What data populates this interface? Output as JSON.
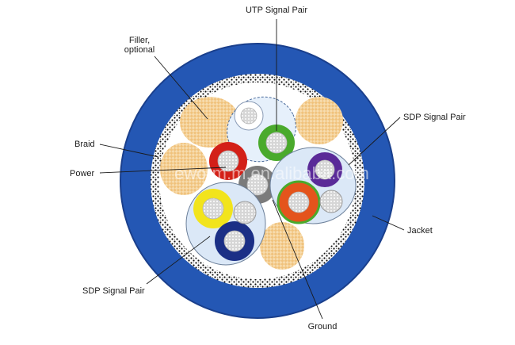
{
  "labels": {
    "utp_signal_pair": "UTP Signal Pair",
    "filler_line1": "Filler,",
    "filler_line2": "optional",
    "sdp_signal_pair_right": "SDP Signal Pair",
    "braid": "Braid",
    "power": "Power",
    "jacket": "Jacket",
    "sdp_signal_pair_bottom": "SDP Signal Pair",
    "ground": "Ground"
  },
  "watermark": "eworm.m.en.alibaba.com",
  "colors": {
    "jacket": "#2457b4",
    "braid_dots": "#111111",
    "inner_fill": "#ffffff",
    "filler": "#f2c98a",
    "sdp_group": "#dbe8f7",
    "utp_group": "#e6f0fb",
    "red": "#d32018",
    "orange": "#e4541c",
    "green": "#4aaa2c",
    "yellow": "#f2e41c",
    "purple": "#5a2a98",
    "navy": "#1b2f86",
    "gray": "#7b7b7b",
    "white_pair": "#ffffff"
  }
}
